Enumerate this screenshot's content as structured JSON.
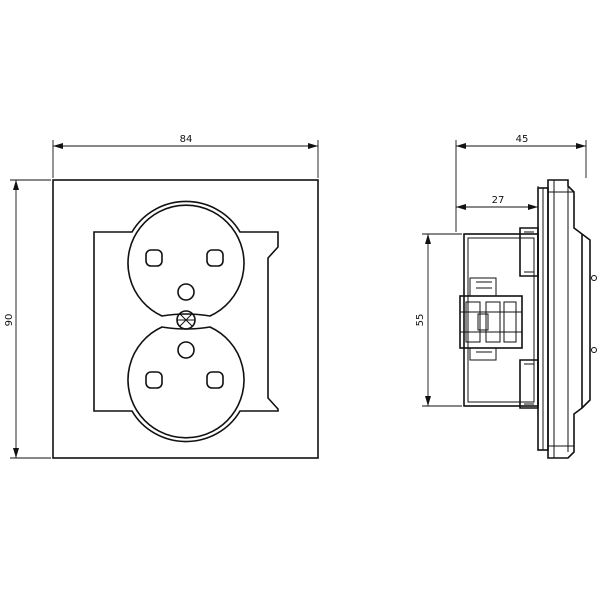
{
  "dimensions": {
    "front_width": "84",
    "front_height": "90",
    "side_depth": "45",
    "side_mount_depth": "27",
    "side_body_height": "55"
  }
}
